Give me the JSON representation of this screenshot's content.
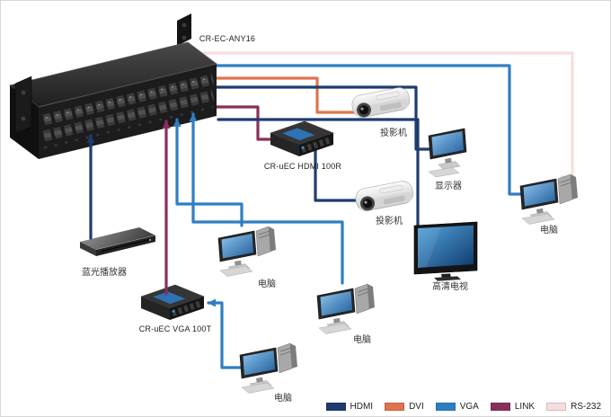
{
  "diagram": {
    "labels": {
      "matrix": "CR-EC-ANY16",
      "hdmi_extender": "CR-uEC HDMI 100R",
      "vga_extender": "CR-uEC VGA 100T",
      "projector_top": "投影机",
      "projector_mid": "投影机",
      "display": "显示器",
      "pc_right": "电脑",
      "pc_left": "电脑",
      "pc_mid": "电脑",
      "pc_bottom": "电脑",
      "hdtv": "高清电视",
      "bluray": "蓝光播放器"
    },
    "colors": {
      "hdmi": "#1e3c6e",
      "dvi": "#e0744e",
      "vga": "#2e7fc2",
      "link": "#8a2f5c",
      "rs232": "#f6dede"
    },
    "legend": [
      {
        "id": "hdmi",
        "label": "HDMI"
      },
      {
        "id": "dvi",
        "label": "DVI"
      },
      {
        "id": "vga",
        "label": "VGA"
      },
      {
        "id": "link",
        "label": "LINK"
      },
      {
        "id": "rs232",
        "label": "RS-232"
      }
    ]
  }
}
